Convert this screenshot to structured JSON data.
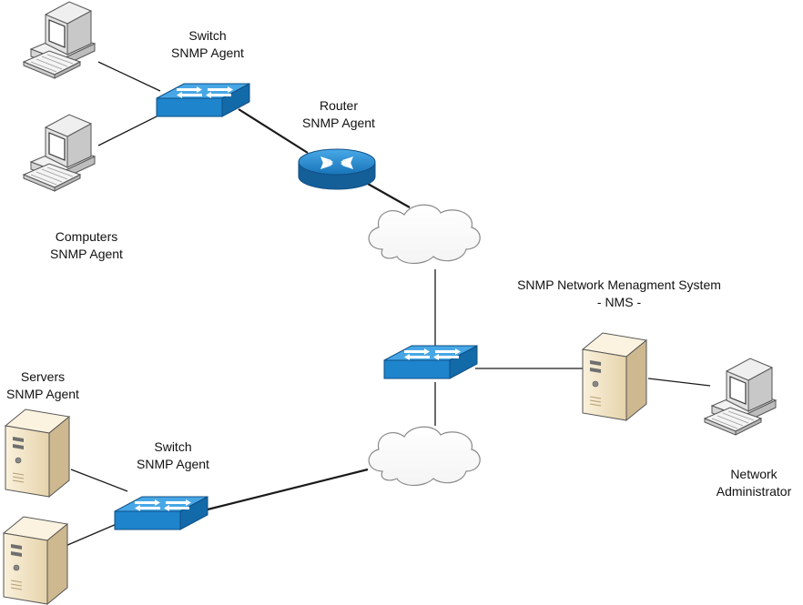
{
  "labels": {
    "switch_top": [
      "Switch",
      "SNMP Agent"
    ],
    "router": [
      "Router",
      "SNMP Agent"
    ],
    "computers": [
      "Computers",
      "SNMP Agent"
    ],
    "nms": [
      "SNMP Network Menagment System",
      "- NMS -"
    ],
    "servers": [
      "Servers",
      "SNMP Agent"
    ],
    "switch_bottom": [
      "Switch",
      "SNMP Agent"
    ],
    "admin": [
      "Network",
      "Administrator"
    ]
  },
  "icons": {
    "computer": "desktop-computer-icon",
    "switch": "network-switch-icon",
    "router": "router-icon",
    "cloud": "network-cloud-icon",
    "server": "tower-server-icon"
  },
  "colors": {
    "switch_top": "#2a8fd6",
    "switch_side": "#1a6fb0",
    "router": "#2b8fd4",
    "server_body": "#f0e2c4",
    "computer_body": "#eeeeee",
    "line": "#1a1a1a"
  }
}
